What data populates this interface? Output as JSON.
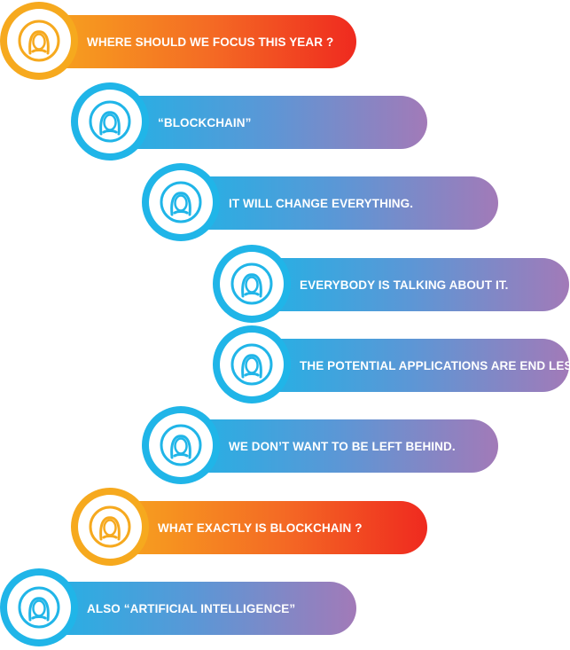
{
  "colors": {
    "orange": "#f6a91e",
    "orange_end": "#ef2a1f",
    "blue": "#20b5e8",
    "blue_end": "#a27ab8"
  },
  "items": [
    {
      "text": "WHERE SHOULD WE FOCUS THIS YEAR ?",
      "theme": "orange",
      "icon": "user-avatar-icon"
    },
    {
      "text": "“BLOCKCHAIN”",
      "theme": "blue",
      "icon": "user-avatar-icon"
    },
    {
      "text": "IT WILL CHANGE EVERYTHING.",
      "theme": "blue",
      "icon": "user-avatar-icon"
    },
    {
      "text": "EVERYBODY IS TALKING ABOUT IT.",
      "theme": "blue",
      "icon": "user-avatar-icon"
    },
    {
      "text": "THE POTENTIAL APPLICATIONS ARE END LESS.",
      "theme": "blue",
      "icon": "user-avatar-icon"
    },
    {
      "text": "WE DON’T WANT TO BE LEFT BEHIND.",
      "theme": "blue",
      "icon": "user-avatar-icon"
    },
    {
      "text": "WHAT EXACTLY IS BLOCKCHAIN ?",
      "theme": "orange",
      "icon": "user-avatar-icon"
    },
    {
      "text": "ALSO “ARTIFICIAL INTELLIGENCE”",
      "theme": "blue",
      "icon": "user-avatar-icon"
    }
  ]
}
